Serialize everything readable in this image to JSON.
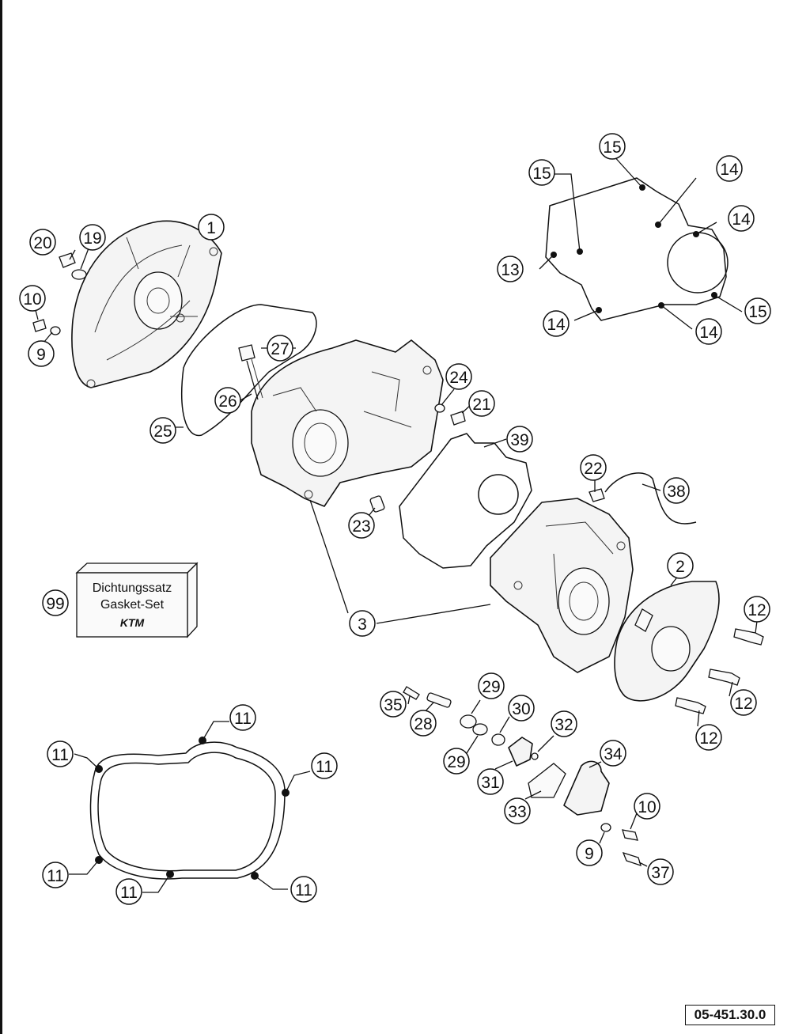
{
  "drawing_number": "05-451.30.0",
  "gasket_box": {
    "line1": "Dichtungssatz",
    "line2": "Gasket-Set",
    "brand": "KTM"
  },
  "callouts": [
    {
      "id": "c1",
      "label": "1"
    },
    {
      "id": "c2",
      "label": "2"
    },
    {
      "id": "c3",
      "label": "3"
    },
    {
      "id": "c9a",
      "label": "9"
    },
    {
      "id": "c9b",
      "label": "9"
    },
    {
      "id": "c10a",
      "label": "10"
    },
    {
      "id": "c10b",
      "label": "10"
    },
    {
      "id": "c11a",
      "label": "11"
    },
    {
      "id": "c11b",
      "label": "11"
    },
    {
      "id": "c11c",
      "label": "11"
    },
    {
      "id": "c11d",
      "label": "11"
    },
    {
      "id": "c11e",
      "label": "11"
    },
    {
      "id": "c11f",
      "label": "11"
    },
    {
      "id": "c12a",
      "label": "12"
    },
    {
      "id": "c12b",
      "label": "12"
    },
    {
      "id": "c12c",
      "label": "12"
    },
    {
      "id": "c13",
      "label": "13"
    },
    {
      "id": "c14a",
      "label": "14"
    },
    {
      "id": "c14b",
      "label": "14"
    },
    {
      "id": "c14c",
      "label": "14"
    },
    {
      "id": "c14d",
      "label": "14"
    },
    {
      "id": "c15a",
      "label": "15"
    },
    {
      "id": "c15b",
      "label": "15"
    },
    {
      "id": "c15c",
      "label": "15"
    },
    {
      "id": "c19",
      "label": "19"
    },
    {
      "id": "c20",
      "label": "20"
    },
    {
      "id": "c21",
      "label": "21"
    },
    {
      "id": "c22",
      "label": "22"
    },
    {
      "id": "c23",
      "label": "23"
    },
    {
      "id": "c24",
      "label": "24"
    },
    {
      "id": "c25",
      "label": "25"
    },
    {
      "id": "c26",
      "label": "26"
    },
    {
      "id": "c27",
      "label": "27"
    },
    {
      "id": "c28",
      "label": "28"
    },
    {
      "id": "c29a",
      "label": "29"
    },
    {
      "id": "c29b",
      "label": "29"
    },
    {
      "id": "c30",
      "label": "30"
    },
    {
      "id": "c31",
      "label": "31"
    },
    {
      "id": "c32",
      "label": "32"
    },
    {
      "id": "c33",
      "label": "33"
    },
    {
      "id": "c34",
      "label": "34"
    },
    {
      "id": "c35",
      "label": "35"
    },
    {
      "id": "c37",
      "label": "37"
    },
    {
      "id": "c38",
      "label": "38"
    },
    {
      "id": "c39",
      "label": "39"
    },
    {
      "id": "c99",
      "label": "99"
    }
  ]
}
